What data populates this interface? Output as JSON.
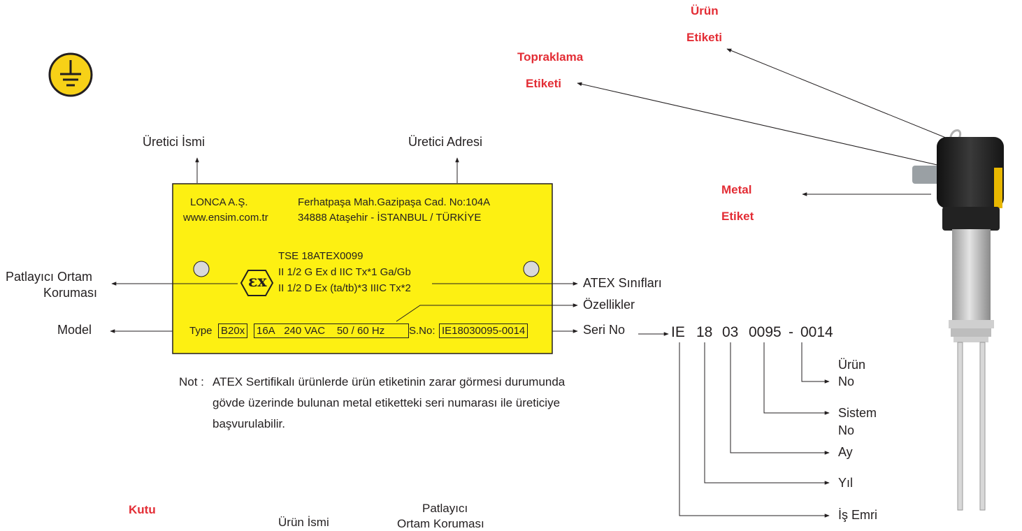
{
  "callouts": {
    "uretici_ismi": "Üretici İsmi",
    "uretici_adresi": "Üretici Adresi",
    "patlayici_1": "Patlayıcı Ortam",
    "patlayici_2": "Koruması",
    "model": "Model",
    "atex_siniflari": "ATEX Sınıfları",
    "ozellikler": "Özellikler",
    "seri_no": "Seri No"
  },
  "product_labels": {
    "urun_etiketi_1": "Ürün",
    "urun_etiketi_2": "Etiketi",
    "topraklama_1": "Topraklama",
    "topraklama_2": "Etiketi",
    "metal_1": "Metal",
    "metal_2": "Etiket",
    "kutu": "Kutu"
  },
  "plate": {
    "company": "LONCA A.Ş.",
    "website": "www.ensim.com.tr",
    "address_1": "Ferhatpaşa Mah.Gazipaşa Cad. No:104A",
    "address_2": "34888 Ataşehir - İSTANBUL / TÜRKİYE",
    "cert": "TSE  18ATEX0099",
    "atex_1": "II 1/2 G Ex d IIC Tx*1 Ga/Gb",
    "atex_2": "II 1/2 D Ex (ta/tb)*3  IIIC Tx*2",
    "ex_symbol": "εx",
    "type_label": "Type",
    "type_value": "B20x",
    "spec_current": "16A",
    "spec_voltage": "240 VAC",
    "spec_freq": "50 / 60 Hz",
    "sno_label": "S.No:",
    "sno_value": "IE18030095-0014"
  },
  "note": {
    "prefix": "Not :",
    "line_1": "ATEX Sertifikalı ürünlerde ürün etiketinin zarar görmesi durumunda",
    "line_2": "gövde üzerinde bulunan metal etiketteki seri numarası ile üreticiye",
    "line_3": "başvurulabilir."
  },
  "serial": {
    "p1": "IE",
    "p2": "18",
    "p3": "03",
    "p4": "0095",
    "dash": "-",
    "p5": "0014",
    "urun_no_1": "Ürün",
    "urun_no_2": "No",
    "sistem_no_1": "Sistem",
    "sistem_no_2": "No",
    "ay": "Ay",
    "yil": "Yıl",
    "is_emri": "İş Emri"
  },
  "bottom": {
    "urun_ismi": "Ürün İsmi",
    "patlayici_1": "Patlayıcı",
    "patlayici_2": "Ortam Koruması"
  },
  "colors": {
    "plate_yellow": "#fdf012",
    "label_red": "#e32d35",
    "ground_yellow": "#f7d117"
  }
}
